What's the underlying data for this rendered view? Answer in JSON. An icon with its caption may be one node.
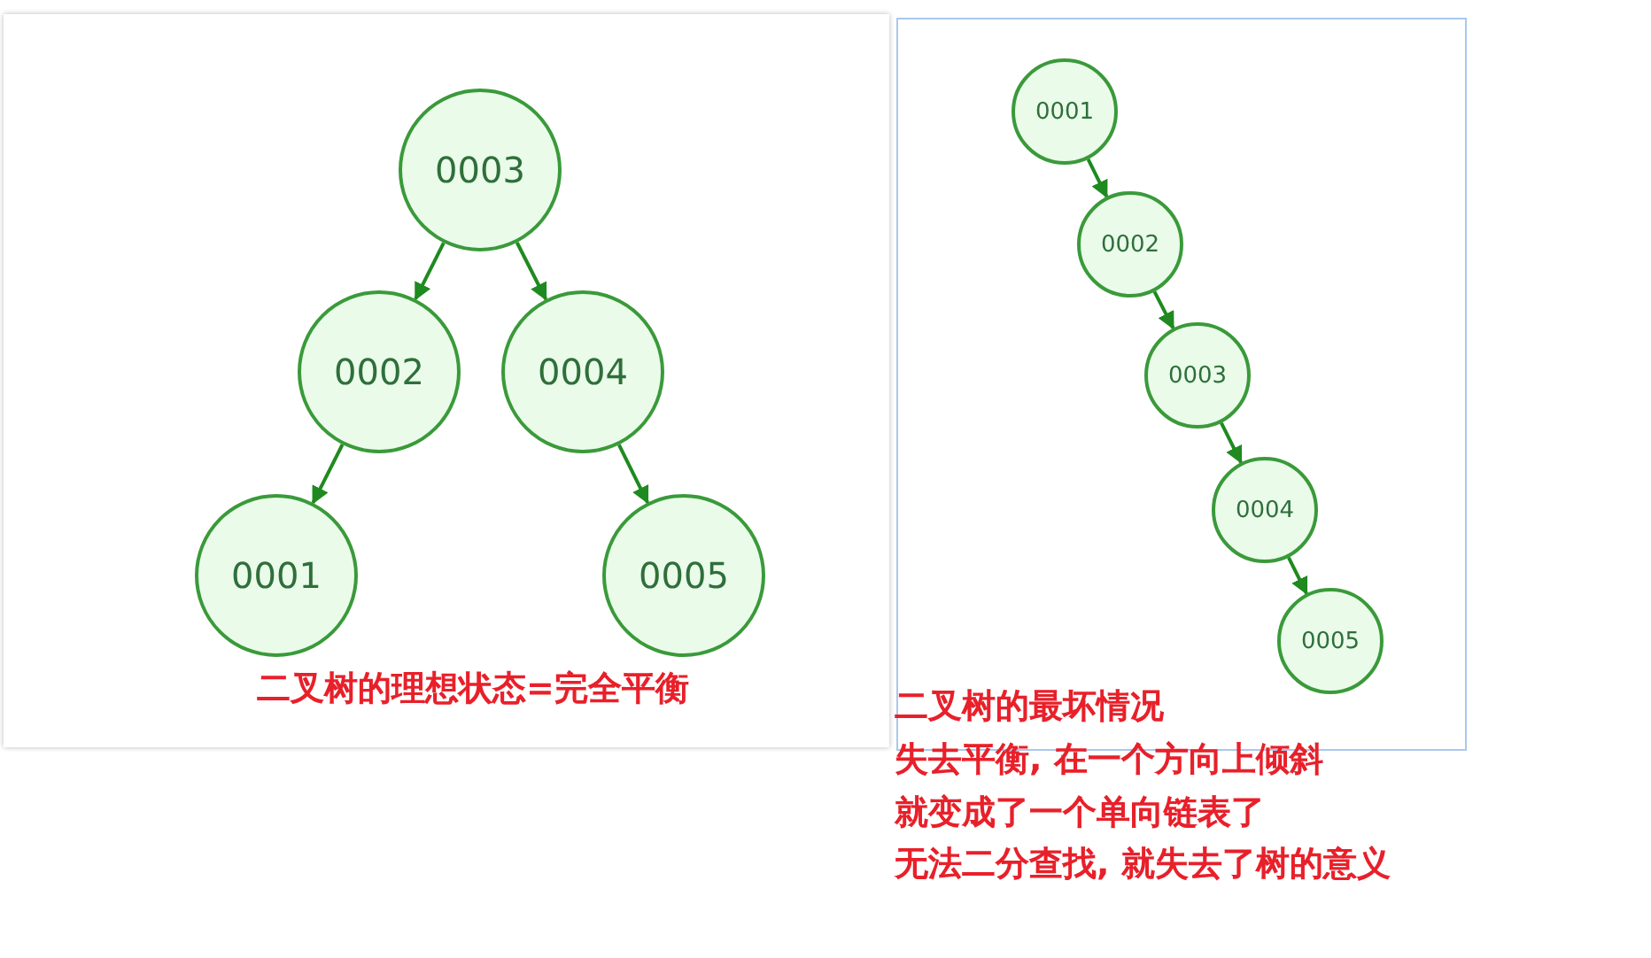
{
  "diagram": {
    "nodes": [
      {
        "text": [
          "0003"
        ]
      },
      {
        "text": [
          "0002"
        ]
      },
      {
        "text": [
          "0004"
        ]
      },
      {
        "text": [
          "0001"
        ]
      },
      {
        "text": [
          "0005"
        ]
      },
      {
        "text": [
          "0001"
        ]
      },
      {
        "text": [
          "0002"
        ]
      },
      {
        "text": [
          "0003"
        ]
      },
      {
        "text": [
          "0004"
        ]
      },
      {
        "text": [
          "0005"
        ]
      }
    ],
    "edges": [
      {
        "from": 0,
        "to": 1,
        "arrow": "to"
      },
      {
        "from": 0,
        "to": 2,
        "arrow": "to"
      },
      {
        "from": 1,
        "to": 3,
        "arrow": "to"
      },
      {
        "from": 2,
        "to": 4,
        "arrow": "to"
      },
      {
        "from": 5,
        "to": 6,
        "arrow": "to"
      },
      {
        "from": 6,
        "to": 7,
        "arrow": "to"
      },
      {
        "from": 7,
        "to": 8,
        "arrow": "to"
      },
      {
        "from": 8,
        "to": 9,
        "arrow": "to"
      }
    ],
    "labels": [
      "二叉树的理想状态=完全平衡",
      "二叉树的最坏情况",
      "失去平衡, 在一个方向上倾斜",
      "就变成了一个单向链表了",
      "无法二分查找, 就失去了树的意义"
    ]
  }
}
